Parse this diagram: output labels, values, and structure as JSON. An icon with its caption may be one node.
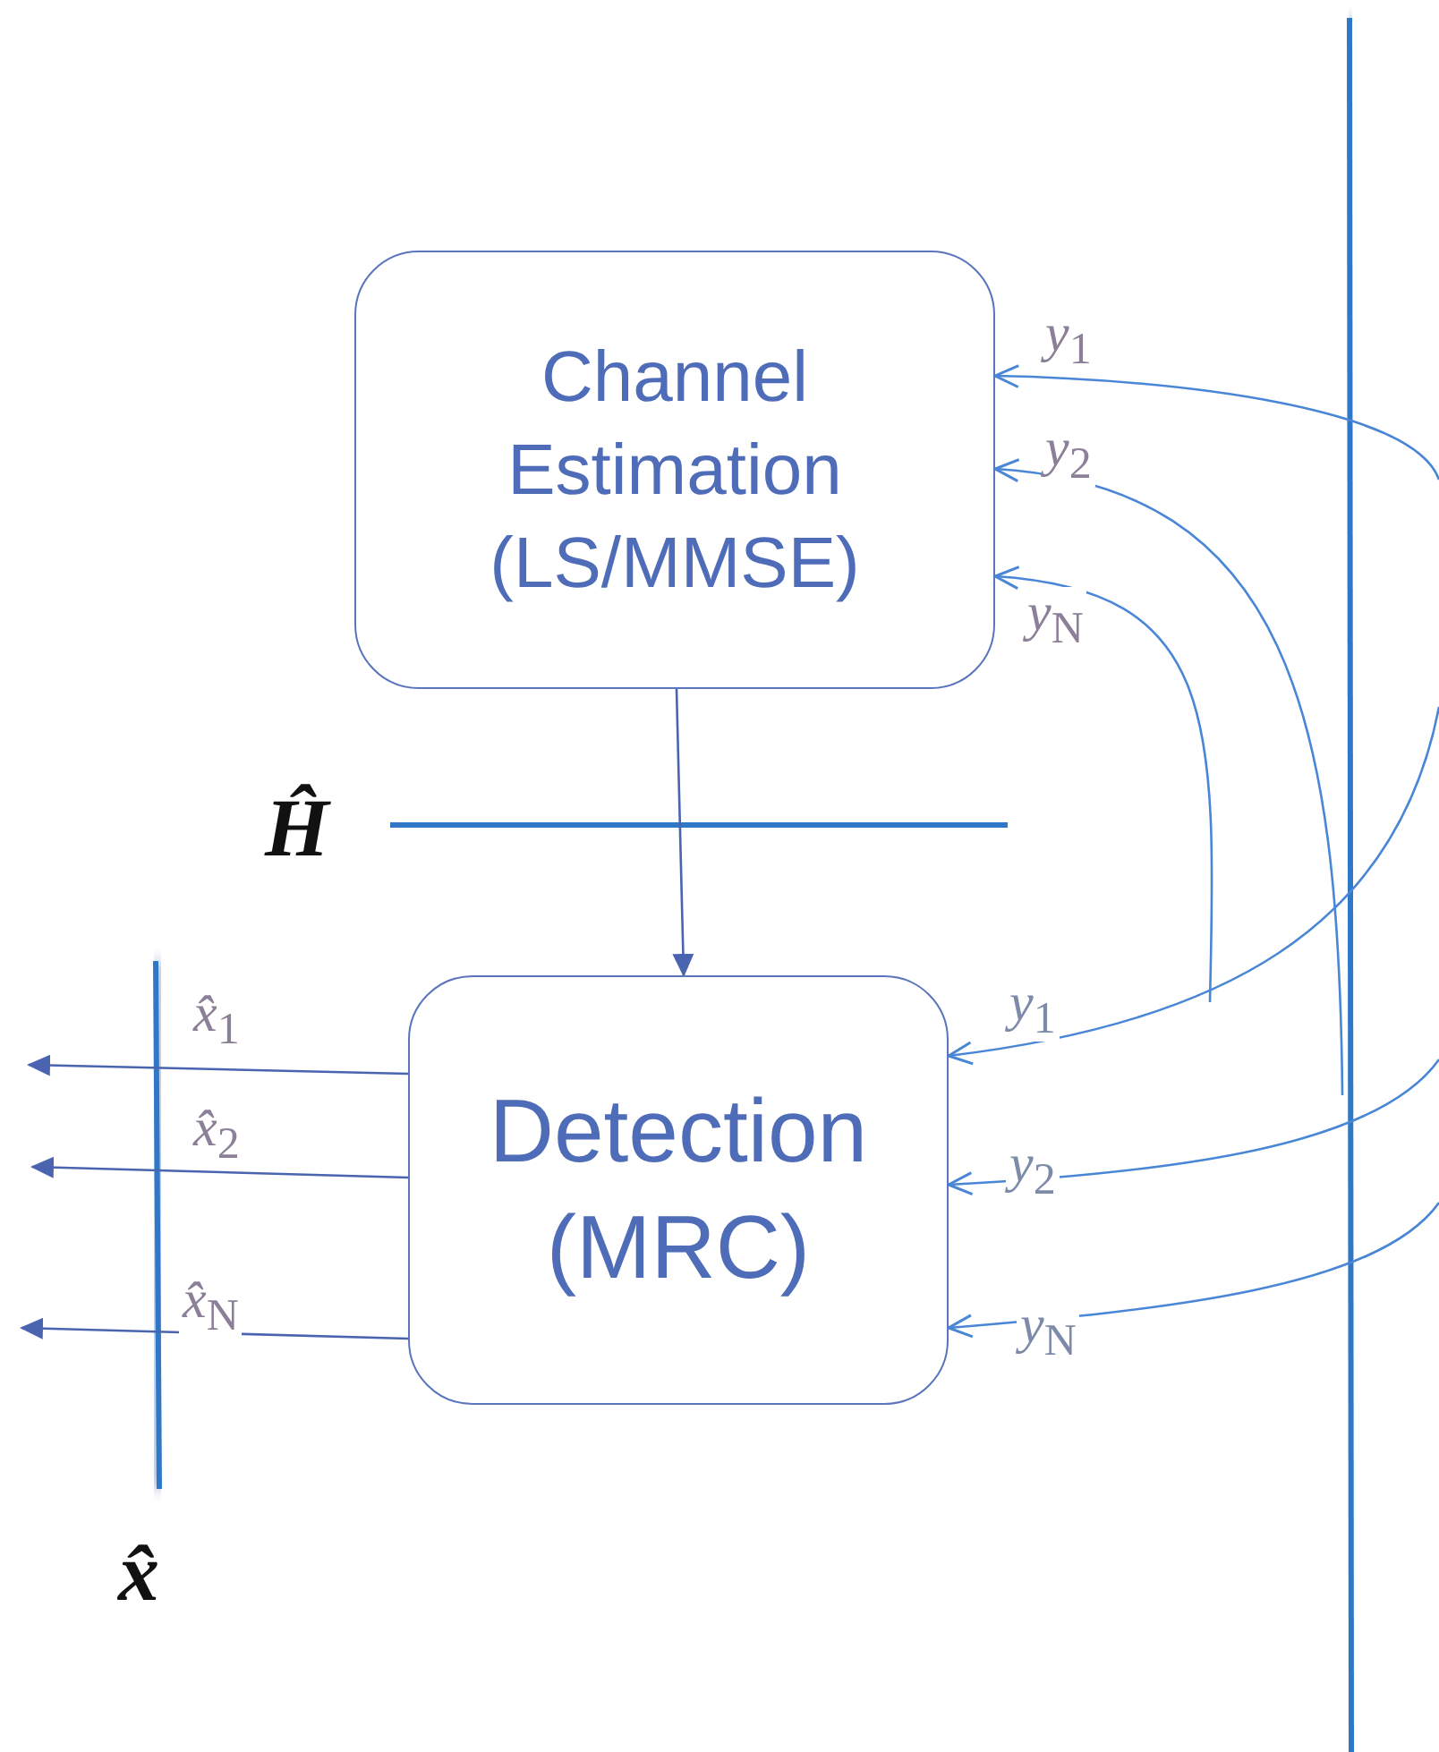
{
  "diagram": {
    "nodes": [
      {
        "text": [
          "Channel Estimation (LS/MMSE)"
        ]
      },
      {
        "text": [
          "Detection (MRC)"
        ]
      }
    ],
    "edges": [
      {
        "from": null,
        "to": 0,
        "arrow": "to",
        "label": "*y*$_{1}$"
      },
      {
        "from": null,
        "to": 0,
        "arrow": "to",
        "label": "*y*$_{2}$"
      },
      {
        "from": null,
        "to": 0,
        "arrow": "to",
        "label": "*y*$_{N}$"
      },
      {
        "from": 0,
        "to": 1,
        "arrow": "to"
      },
      {
        "from": null,
        "to": 1,
        "arrow": "to",
        "label": "*y*$_{1}$"
      },
      {
        "from": null,
        "to": 1,
        "arrow": "to",
        "label": "*y*$_{2}$"
      },
      {
        "from": null,
        "to": 1,
        "arrow": "to",
        "label": "*y*$_{N}$"
      },
      {
        "from": 1,
        "to": null,
        "arrow": "to",
        "label": "*x̂*$_{1}$"
      },
      {
        "from": 1,
        "to": null,
        "arrow": "to",
        "label": "*x̂*$_{2}$"
      },
      {
        "from": 1,
        "to": null,
        "arrow": "to",
        "label": "*x̂*$_{N}$"
      }
    ],
    "labels": [
      "Ĥ",
      "x̂"
    ]
  }
}
